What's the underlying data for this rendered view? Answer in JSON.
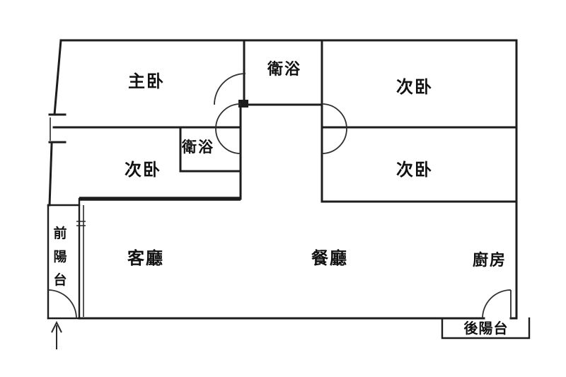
{
  "colors": {
    "wall": "#1d1d1d",
    "background": "#ffffff",
    "text": "#111111"
  },
  "rooms": {
    "master_bedroom": {
      "label": "主卧"
    },
    "bathroom_top": {
      "label": "衛浴"
    },
    "bedroom_top_right": {
      "label": "次卧"
    },
    "bathroom_mid": {
      "label": "衛浴"
    },
    "bedroom_mid_left": {
      "label": "次卧"
    },
    "bedroom_mid_right": {
      "label": "次卧"
    },
    "living_room": {
      "label": "客廳"
    },
    "dining_room": {
      "label": "餐廳"
    },
    "kitchen": {
      "label": "廚房"
    },
    "front_balcony": {
      "chars": [
        "前",
        "陽",
        "台"
      ]
    },
    "rear_balcony": {
      "label": "後陽台"
    }
  }
}
